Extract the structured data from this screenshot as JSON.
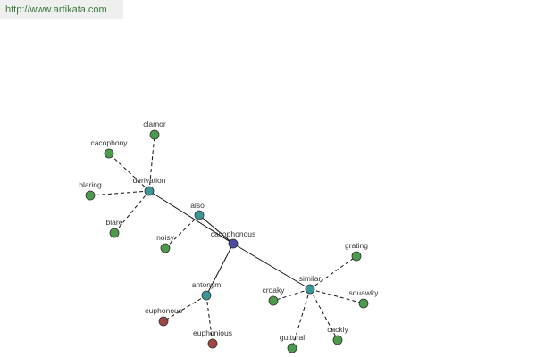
{
  "header": {
    "url": "http://www.artikata.com"
  },
  "colors": {
    "center": "#4a4aa0",
    "relation": "#3d9696",
    "related": "#4c9a4c",
    "opposite": "#a04444"
  },
  "graph": {
    "nodes": [
      {
        "id": "cacophonous",
        "label": "cacophonous",
        "kind": "center"
      },
      {
        "id": "derivation",
        "label": "derivation",
        "kind": "relation"
      },
      {
        "id": "also",
        "label": "also",
        "kind": "relation"
      },
      {
        "id": "antonym",
        "label": "antonym",
        "kind": "relation"
      },
      {
        "id": "similar",
        "label": "similar",
        "kind": "relation"
      },
      {
        "id": "clamor",
        "label": "clamor",
        "kind": "related"
      },
      {
        "id": "cacophony",
        "label": "cacophony",
        "kind": "related"
      },
      {
        "id": "blaring",
        "label": "blaring",
        "kind": "related"
      },
      {
        "id": "blare",
        "label": "blare",
        "kind": "related"
      },
      {
        "id": "noisy",
        "label": "noisy",
        "kind": "related"
      },
      {
        "id": "euphonous",
        "label": "euphonous",
        "kind": "opposite"
      },
      {
        "id": "euphonious",
        "label": "euphonious",
        "kind": "opposite"
      },
      {
        "id": "grating",
        "label": "grating",
        "kind": "related"
      },
      {
        "id": "croaky",
        "label": "croaky",
        "kind": "related"
      },
      {
        "id": "squawky",
        "label": "squawky",
        "kind": "related"
      },
      {
        "id": "guttural",
        "label": "guttural",
        "kind": "related"
      },
      {
        "id": "cackly",
        "label": "cackly",
        "kind": "related"
      }
    ],
    "edges": [
      {
        "from": "cacophonous",
        "to": "derivation",
        "style": "solid"
      },
      {
        "from": "cacophonous",
        "to": "also",
        "style": "solid"
      },
      {
        "from": "cacophonous",
        "to": "antonym",
        "style": "solid"
      },
      {
        "from": "cacophonous",
        "to": "similar",
        "style": "solid"
      },
      {
        "from": "derivation",
        "to": "clamor",
        "style": "dashed"
      },
      {
        "from": "derivation",
        "to": "cacophony",
        "style": "dashed"
      },
      {
        "from": "derivation",
        "to": "blaring",
        "style": "dashed"
      },
      {
        "from": "derivation",
        "to": "blare",
        "style": "dashed"
      },
      {
        "from": "also",
        "to": "noisy",
        "style": "dashed"
      },
      {
        "from": "antonym",
        "to": "euphonous",
        "style": "dashed"
      },
      {
        "from": "antonym",
        "to": "euphonious",
        "style": "dashed"
      },
      {
        "from": "similar",
        "to": "grating",
        "style": "dashed"
      },
      {
        "from": "similar",
        "to": "croaky",
        "style": "dashed"
      },
      {
        "from": "similar",
        "to": "squawky",
        "style": "dashed"
      },
      {
        "from": "similar",
        "to": "guttural",
        "style": "dashed"
      },
      {
        "from": "similar",
        "to": "cackly",
        "style": "dashed"
      }
    ]
  }
}
